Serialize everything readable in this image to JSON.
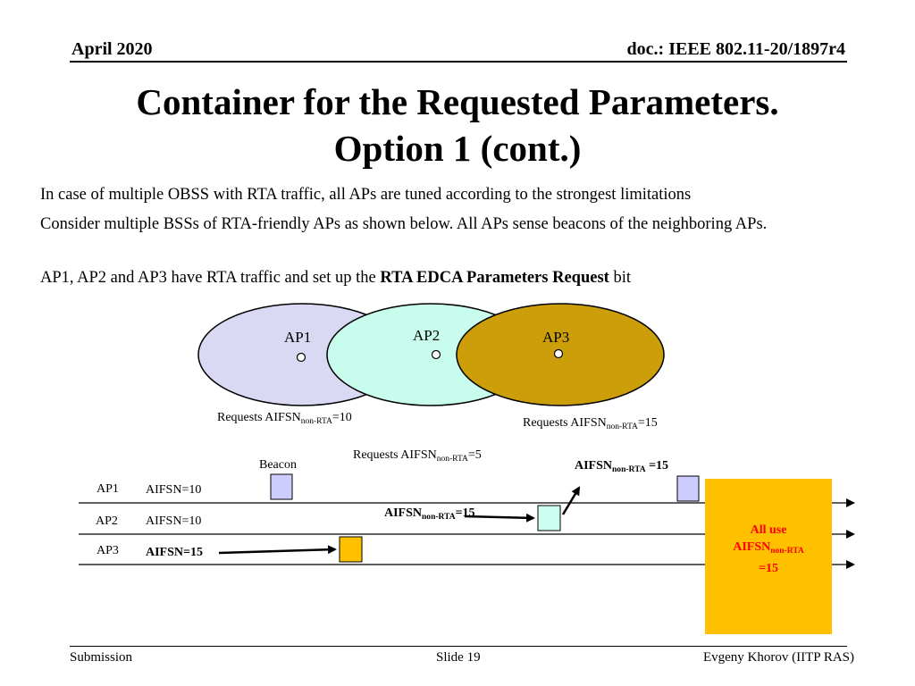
{
  "header": {
    "date": "April 2020",
    "doc": "doc.: IEEE 802.11-20/1897r4"
  },
  "title": {
    "line1": "Container for the Requested Parameters.",
    "line2": "Option 1 (cont.)"
  },
  "body": {
    "p1": "In case of multiple OBSS with RTA traffic, all APs are tuned according to the strongest limitations",
    "p2": "Consider multiple BSSs of RTA-friendly APs as shown below. All APs sense beacons of the neighboring APs.",
    "p3_pre": "AP1, AP2 and AP3 have RTA traffic and set up the ",
    "p3_bold": "RTA EDCA Parameters Request",
    "p3_post": " bit"
  },
  "diagram": {
    "ellipses": [
      {
        "label": "AP1",
        "fill": "#d9d9f3"
      },
      {
        "label": "AP2",
        "fill": "#c8fcec"
      },
      {
        "label": "AP3",
        "fill": "#cc9e0a"
      }
    ],
    "requests": {
      "ap1_prefix": "Requests AIFSN",
      "ap1_sub": "non-RTA",
      "ap1_val": "=10",
      "ap3_prefix": "Requests AIFSN",
      "ap3_sub": "non-RTA",
      "ap3_val": "=15",
      "ap2_prefix": "Requests AIFSN",
      "ap2_sub": "non-RTA",
      "ap2_val": "=5"
    },
    "beacon_label": "Beacon",
    "rows": [
      {
        "ap": "AP1",
        "aifsn": "AIFSN=10"
      },
      {
        "ap": "AP2",
        "aifsn": "AIFSN=10"
      },
      {
        "ap": "AP3",
        "aifsn": "AIFSN=15"
      }
    ],
    "annot_mid": {
      "prefix": "AIFSN",
      "sub": "non-RTA",
      "val": "=15"
    },
    "annot_top": {
      "prefix": "AIFSN",
      "sub": "non-RTA",
      "val": " =15"
    },
    "all_use": {
      "line1": "All use",
      "prefix": "AIFSN",
      "sub": "non-RTA",
      "val": "=15",
      "box_fill": "#ffc000",
      "text_color": "#ff0000"
    },
    "beacon_colors": {
      "ap1": "#ccccff",
      "ap2": "#ccfff0",
      "ap3": "#ffc000"
    }
  },
  "footer": {
    "left": "Submission",
    "center": "Slide 19",
    "right": "Evgeny Khorov (IITP RAS)"
  }
}
